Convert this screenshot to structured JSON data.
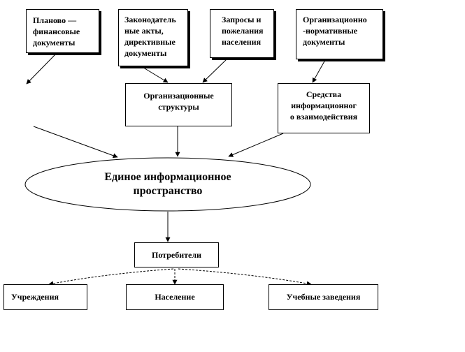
{
  "sources": {
    "plan_fin": "Планово —\nфинансовые\nдокументы",
    "legislative": "Законодатель\nные акты,\nдирективные\nдокументы",
    "requests": "Запросы и\nпожелания\nнаселения",
    "org_norm": "Организационно\n-нормативные\nдокументы"
  },
  "middle": {
    "org_structures": "Организационные\nструктуры",
    "info_means": "Средства\nинформационног\nо взаимодействия"
  },
  "center": {
    "space": "Единое информационное\nпространство"
  },
  "consumers": {
    "title": "Потребители",
    "institutions": "Учреждения",
    "population": "Население",
    "schools": "Учебные заведения"
  }
}
